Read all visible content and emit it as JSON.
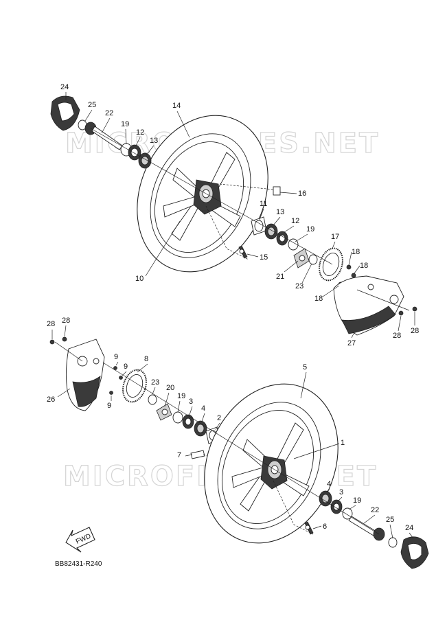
{
  "watermarks": [
    "MICROFICHES.NET",
    "MICROFICHES.NET"
  ],
  "diagram_code": "BB82431-R240",
  "fwd_label": "FWD",
  "callouts": {
    "rear": {
      "p24": "24",
      "p25": "25",
      "p22": "22",
      "p19": "19",
      "p12": "12",
      "p13": "13",
      "p14": "14",
      "p16": "16",
      "p11": "11",
      "p13b": "13",
      "p12b": "12",
      "p19b": "19",
      "p17": "17",
      "p18a": "18",
      "p18b": "18",
      "p18c": "18",
      "p15": "15",
      "p10": "10",
      "p21": "21",
      "p23": "23",
      "p27": "27",
      "p28a": "28",
      "p28b": "28"
    },
    "front": {
      "p28a": "28",
      "p28b": "28",
      "p9a": "9",
      "p9b": "9",
      "p9c": "9",
      "p8": "8",
      "p26": "26",
      "p23": "23",
      "p20": "20",
      "p19": "19",
      "p3": "3",
      "p4": "4",
      "p2": "2",
      "p5": "5",
      "p1": "1",
      "p7": "7",
      "p4b": "4",
      "p3b": "3",
      "p19b": "19",
      "p22": "22",
      "p25": "25",
      "p24": "24",
      "p6": "6"
    }
  }
}
